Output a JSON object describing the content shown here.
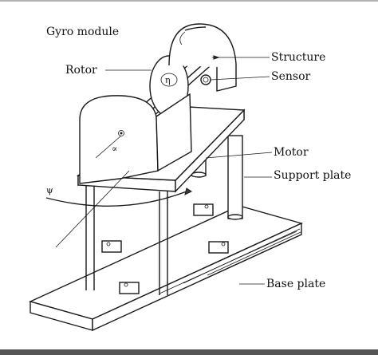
{
  "labels": {
    "gyro_module": "Gyro module",
    "rotor": "Rotor",
    "structure": "Structure",
    "sensor": "Sensor",
    "motor": "Motor",
    "support_plate": "Support plate",
    "base_plate": "Base plate"
  },
  "symbols": {
    "eta": "η",
    "alpha": "∝",
    "psi": "ψ"
  },
  "colors": {
    "ink": "#1a1a1a",
    "bottom_bar": "#555555"
  }
}
